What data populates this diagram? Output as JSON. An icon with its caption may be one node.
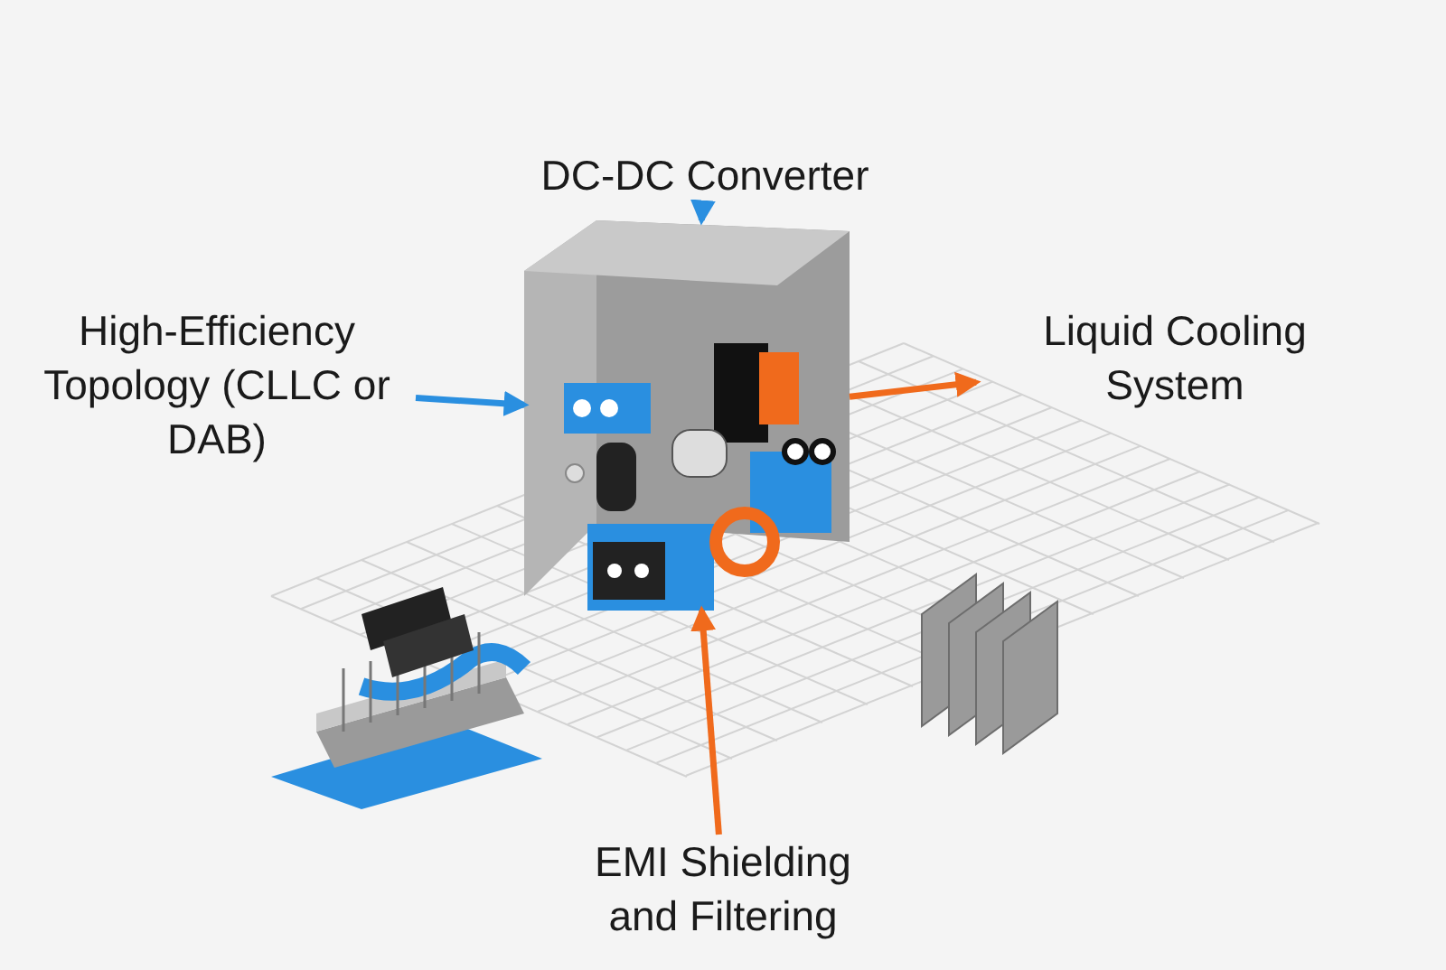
{
  "diagram": {
    "nodes": [
      {
        "text": [
          "DC-DC Converter"
        ]
      },
      {
        "text": [
          "High-Efficiency Topology (CLLC or DAB)"
        ]
      },
      {
        "text": [
          "Liquid Cooling System"
        ]
      },
      {
        "text": [],
        "shape": "picture"
      },
      {
        "text": [
          "EMI Shielding and Filtering"
        ]
      }
    ],
    "edges": [
      {
        "from": 0,
        "to": 3,
        "arrow": "to",
        "color": "#2a8fe0"
      },
      {
        "from": 1,
        "to": 3,
        "arrow": "to",
        "color": "#2a8fe0"
      },
      {
        "from": 3,
        "to": 2,
        "arrow": "to",
        "color": "#f06a1c"
      },
      {
        "from": 4,
        "to": 3,
        "arrow": "to",
        "color": "#f06a1c"
      }
    ]
  }
}
